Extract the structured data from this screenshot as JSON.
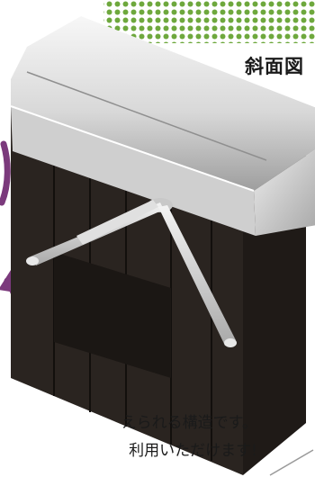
{
  "diagram_label": "斜面図",
  "caption": {
    "line1": "えられる構造です。",
    "line2": "利用いただけます!"
  },
  "colors": {
    "dots": "#6ea83d",
    "body": "#2a2420",
    "top_light": "#f2f2f2",
    "top_mid": "#bdbdbd",
    "arrow": "#7b3a7c",
    "arm": "#d9d9d9"
  }
}
